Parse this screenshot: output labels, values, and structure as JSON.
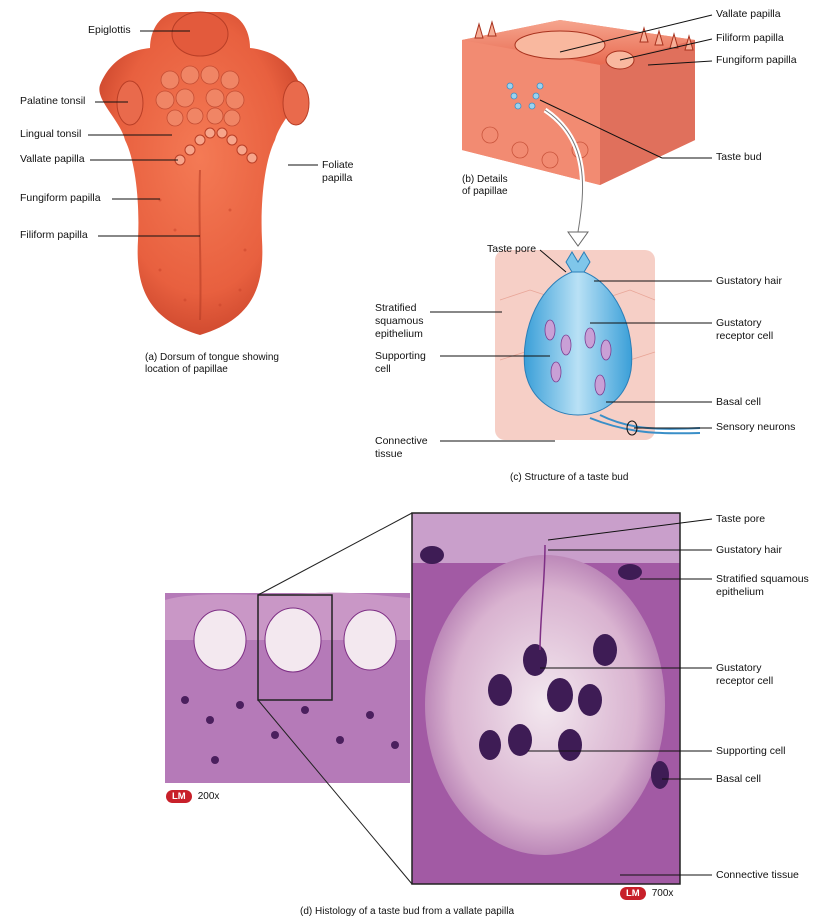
{
  "panel_a": {
    "labels": {
      "epiglottis": "Epiglottis",
      "palatine_tonsil": "Palatine tonsil",
      "lingual_tonsil": "Lingual tonsil",
      "vallate_papilla": "Vallate papilla",
      "fungiform_papilla": "Fungiform papilla",
      "filiform_papilla": "Filiform papilla",
      "foliate_papilla": "Foliate\npapilla"
    },
    "caption": "(a) Dorsum of tongue showing\n     location of papillae"
  },
  "panel_b": {
    "labels": {
      "vallate_papilla": "Vallate papilla",
      "filiform_papilla": "Filiform papilla",
      "fungiform_papilla": "Fungiform papilla",
      "taste_bud": "Taste bud"
    },
    "caption": "(b) Details\n     of papillae"
  },
  "panel_c": {
    "labels": {
      "taste_pore": "Taste pore",
      "gustatory_hair": "Gustatory hair",
      "stratified_squamous_epithelium": "Stratified\nsquamous\nepithelium",
      "gustatory_receptor_cell": "Gustatory\nreceptor cell",
      "supporting_cell": "Supporting\ncell",
      "basal_cell": "Basal cell",
      "sensory_neurons": "Sensory neurons",
      "connective_tissue": "Connective\ntissue"
    },
    "caption": "(c) Structure of a taste bud"
  },
  "panel_d": {
    "labels": {
      "taste_pore": "Taste pore",
      "gustatory_hair": "Gustatory hair",
      "stratified_squamous_epithelium": "Stratified squamous\nepithelium",
      "gustatory_receptor_cell": "Gustatory\nreceptor cell",
      "supporting_cell": "Supporting cell",
      "basal_cell": "Basal cell",
      "connective_tissue": "Connective tissue"
    },
    "lm_badge": "LM",
    "mag_low": "200x",
    "mag_high": "700x",
    "caption": "(d) Histology of a taste bud from a vallate papilla"
  },
  "colors": {
    "tongue": "#e8603f",
    "tongue_dark": "#c8432a",
    "tissue_pink": "#f2b3a8",
    "taste_bud_blue": "#7fc6ea",
    "histology_purple": "#8a3d8f",
    "lm_badge": "#c8202a"
  }
}
